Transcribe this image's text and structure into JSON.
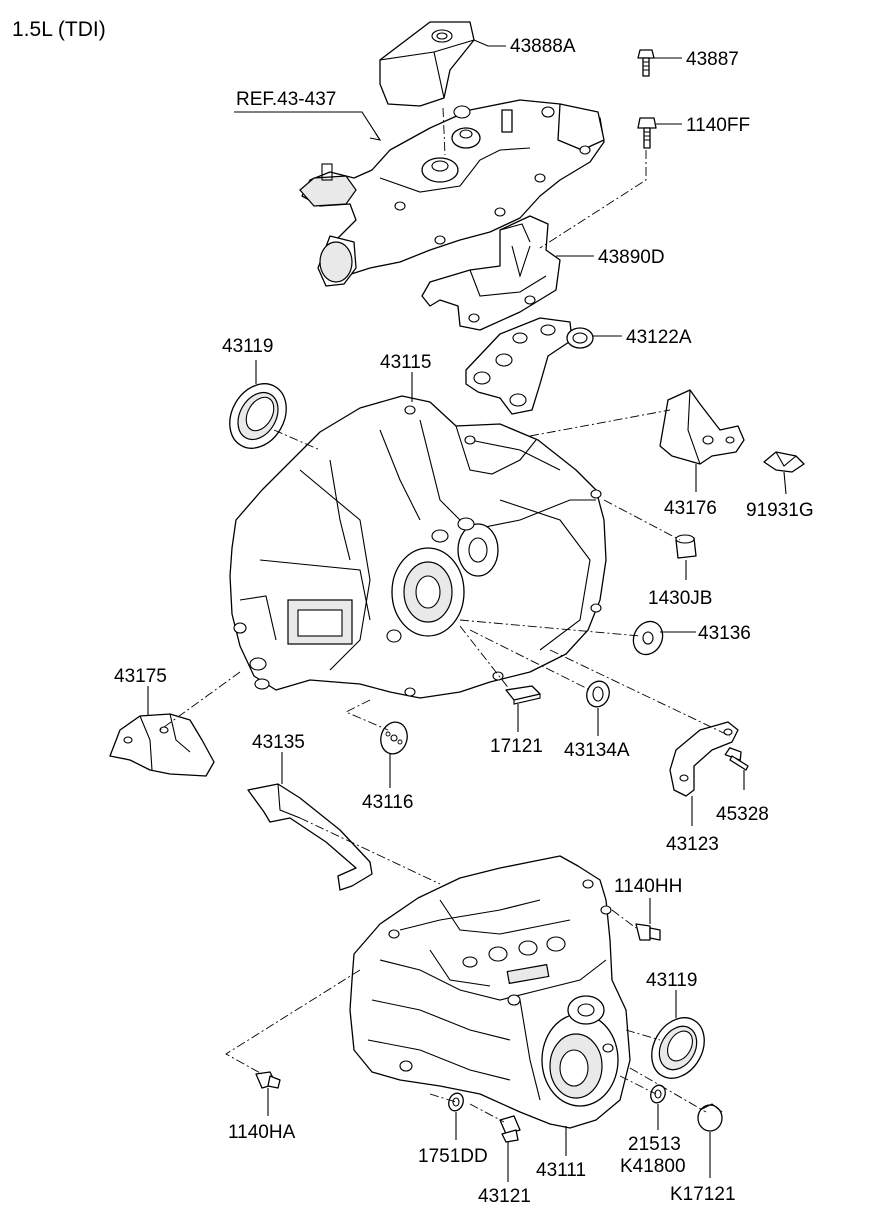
{
  "title": "1.5L (TDI)",
  "callouts": {
    "p43888A": "43888A",
    "p43887": "43887",
    "ref43437": "REF.43-437",
    "p1140FF": "1140FF",
    "p43890D": "43890D",
    "p43122A": "43122A",
    "p43119_top": "43119",
    "p43115": "43115",
    "p43176": "43176",
    "p91931G": "91931G",
    "p1430JB": "1430JB",
    "p43136": "43136",
    "p43175": "43175",
    "p43135": "43135",
    "p43116": "43116",
    "p17121": "17121",
    "p43134A": "43134A",
    "p45328": "45328",
    "p43123": "43123",
    "p1140HH": "1140HH",
    "p43119_bottom": "43119",
    "p1140HA": "1140HA",
    "p1751DD": "1751DD",
    "p43111": "43111",
    "p21513": "21513",
    "pK41800": "K41800",
    "p43121": "43121",
    "pK17121": "K17121"
  }
}
